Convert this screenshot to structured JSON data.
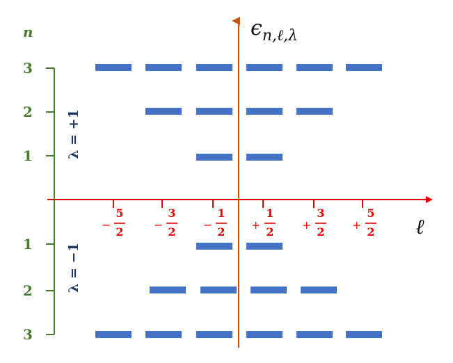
{
  "vertical_axis": {
    "label_main": "ϵ",
    "label_sub": "n,ℓ,λ",
    "color": "#c0581a"
  },
  "horizontal_axis": {
    "label": "ℓ",
    "color": "#e00000",
    "ticks": [
      {
        "sign": "−",
        "num": "5",
        "den": "2"
      },
      {
        "sign": "−",
        "num": "3",
        "den": "2"
      },
      {
        "sign": "−",
        "num": "1",
        "den": "2"
      },
      {
        "sign": "+",
        "num": "1",
        "den": "2"
      },
      {
        "sign": "+",
        "num": "3",
        "den": "2"
      },
      {
        "sign": "+",
        "num": "5",
        "den": "2"
      }
    ]
  },
  "n_axis": {
    "label": "n",
    "color": "#4a7a32",
    "upper_values": [
      "3",
      "2",
      "1"
    ],
    "lower_values": [
      "1",
      "2",
      "3"
    ]
  },
  "lambda_labels": {
    "upper": "λ = +1",
    "lower": "λ = −1",
    "color": "#1f3864"
  },
  "levels": {
    "color": "#4472c4",
    "upper": [
      {
        "n": 3,
        "count": 6
      },
      {
        "n": 2,
        "count": 4
      },
      {
        "n": 1,
        "count": 2
      }
    ],
    "lower": [
      {
        "n": 1,
        "count": 2
      },
      {
        "n": 2,
        "count": 4
      },
      {
        "n": 3,
        "count": 6
      }
    ]
  }
}
